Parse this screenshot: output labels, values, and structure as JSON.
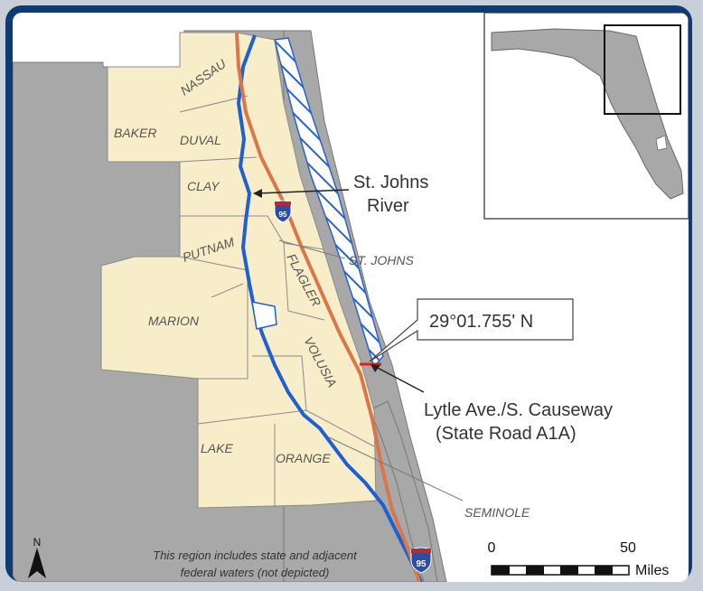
{
  "map": {
    "river_label_line1": "St. Johns",
    "river_label_line2": "River",
    "latitude_label": "29°01.755' N",
    "location_line1": "Lytle Ave./S. Causeway",
    "location_line2": "(State Road A1A)",
    "note_line1": "This region includes state and adjacent",
    "note_line2": "federal waters (not depicted)",
    "interstate_shield": "95",
    "north_arrow_label": "N",
    "scale_start": "0",
    "scale_end": "50",
    "scale_unit": "Miles"
  },
  "counties": [
    {
      "key": "nassau",
      "label": "NASSAU"
    },
    {
      "key": "baker",
      "label": "BAKER"
    },
    {
      "key": "duval",
      "label": "DUVAL"
    },
    {
      "key": "clay",
      "label": "CLAY"
    },
    {
      "key": "putnam",
      "label": "PUTNAM"
    },
    {
      "key": "st_johns",
      "label": "ST. JOHNS"
    },
    {
      "key": "flagler",
      "label": "FLAGLER"
    },
    {
      "key": "marion",
      "label": "MARION"
    },
    {
      "key": "volusia",
      "label": "VOLUSIA"
    },
    {
      "key": "lake",
      "label": "LAKE"
    },
    {
      "key": "orange",
      "label": "ORANGE"
    },
    {
      "key": "seminole",
      "label": "SEMINOLE"
    }
  ],
  "colors": {
    "study_counties": "#f7edc8",
    "other_land": "#a8a8a8",
    "water": "#ffffff",
    "river": "#1f5fd1",
    "interstate": "#d9774a",
    "frame": "#0f3b73",
    "marker": "#e0201f"
  }
}
